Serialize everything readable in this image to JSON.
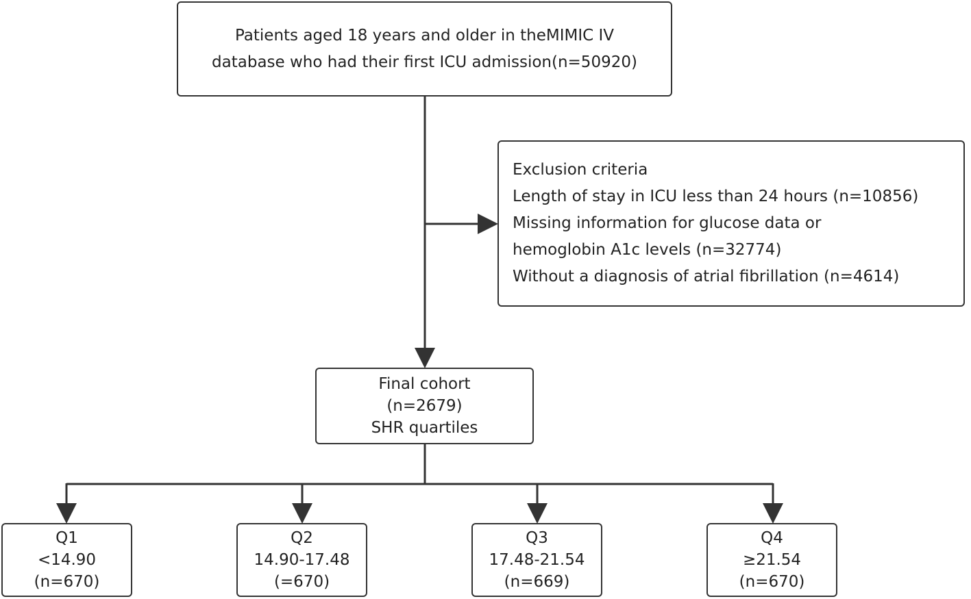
{
  "top_box": {
    "line1": "Patients aged 18 years and older in theMIMIC IV",
    "line2": "database who had their first ICU admission(n=50920)"
  },
  "exclusion_box": {
    "title": "Exclusion criteria",
    "items": [
      "Length of stay in ICU less than 24 hours (n=10856)",
      "Missing information for glucose data or",
      "hemoglobin A1c levels (n=32774)",
      "Without a diagnosis of atrial fibrillation (n=4614)"
    ]
  },
  "final_box": {
    "line1": "Final cohort",
    "line2": "(n=2679)",
    "line3": "SHR quartiles"
  },
  "quartiles": [
    {
      "label": "Q1",
      "range": "<14.90",
      "count": "(n=670)"
    },
    {
      "label": "Q2",
      "range": "14.90-17.48",
      "count": "(=670)"
    },
    {
      "label": "Q3",
      "range": "17.48-21.54",
      "count": "(n=669)"
    },
    {
      "label": "Q4",
      "range": "≥21.54",
      "count": "(n=670)"
    }
  ],
  "colors": {
    "line": "#333333",
    "text": "#222222",
    "background": "#ffffff"
  }
}
